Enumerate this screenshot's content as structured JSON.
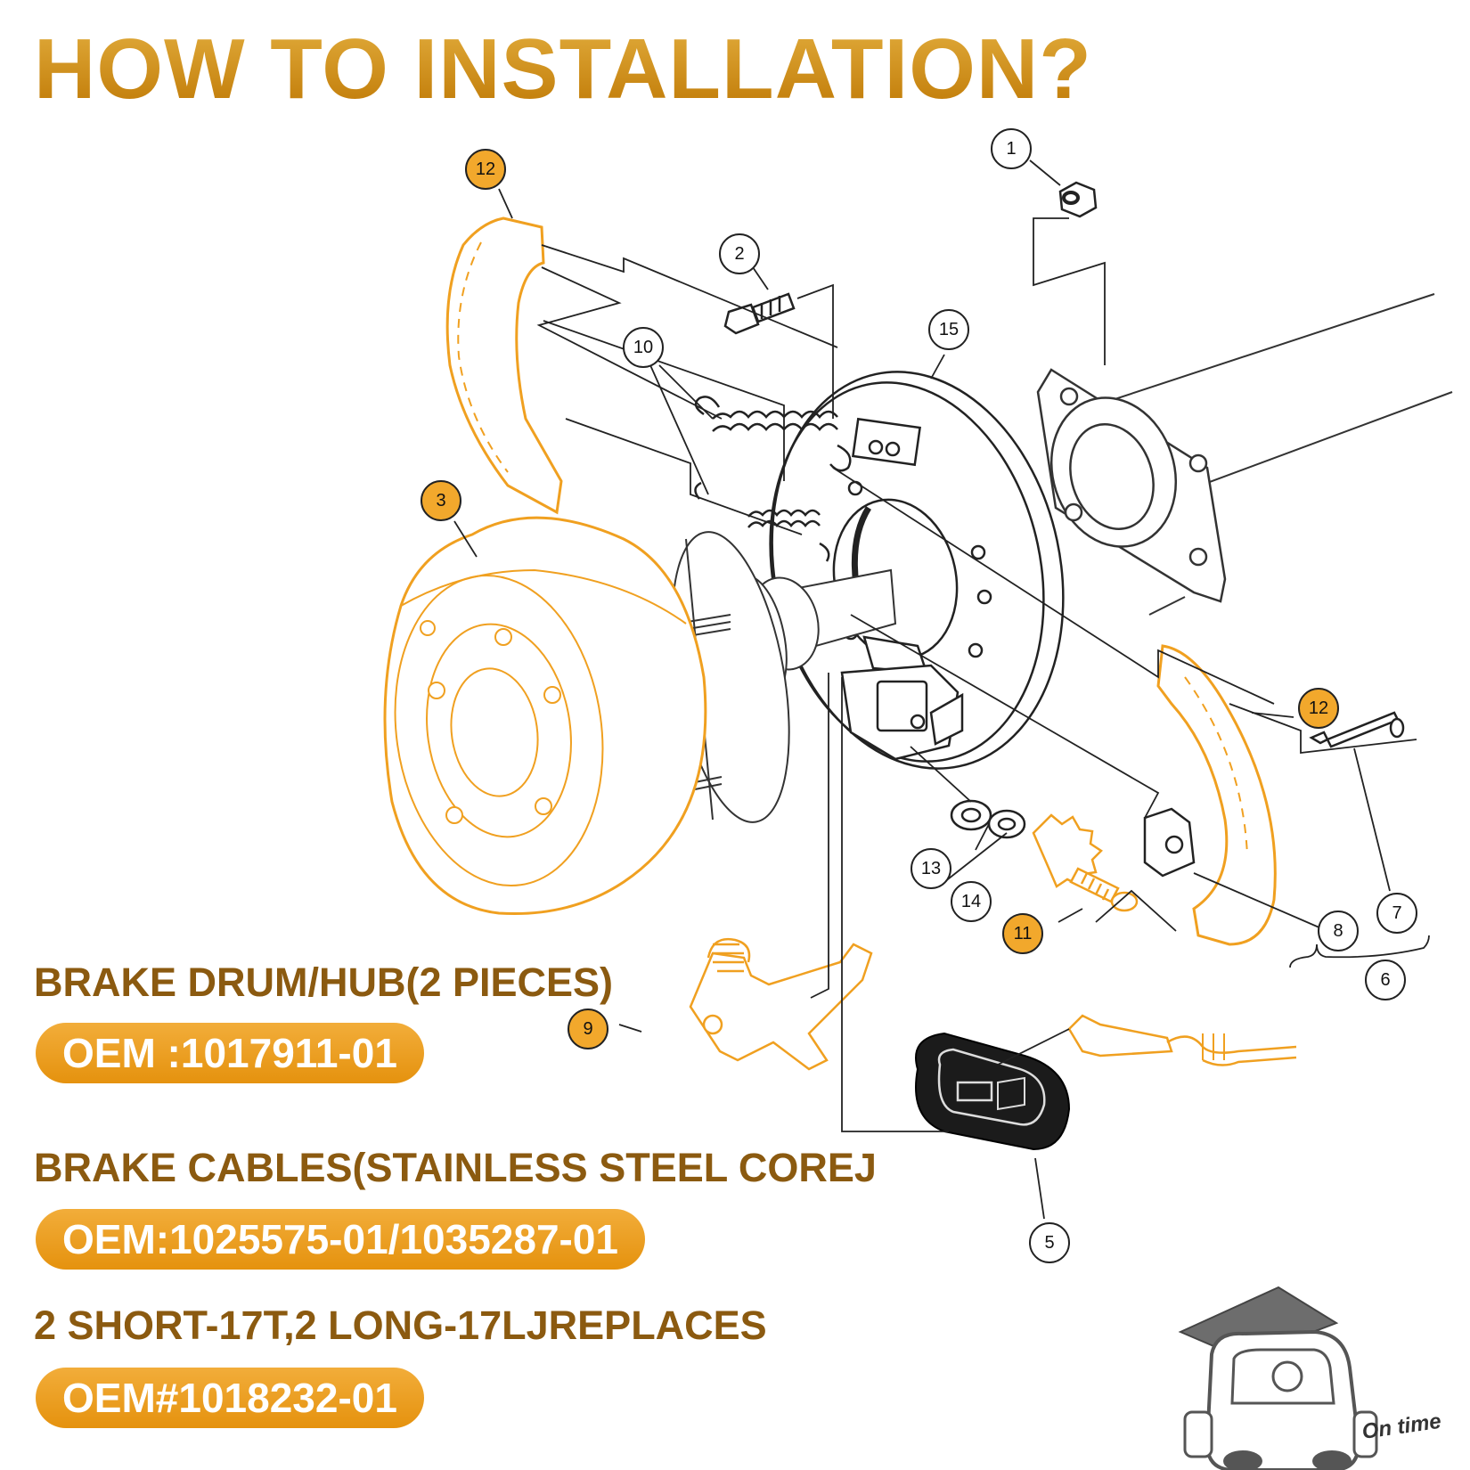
{
  "title": "HOW TO INSTALLATION?",
  "callouts": [
    {
      "label": "1",
      "highlight": false
    },
    {
      "label": "2",
      "highlight": false
    },
    {
      "label": "3",
      "highlight": true
    },
    {
      "label": "5",
      "highlight": false
    },
    {
      "label": "6",
      "highlight": false
    },
    {
      "label": "7",
      "highlight": false
    },
    {
      "label": "8",
      "highlight": false
    },
    {
      "label": "9",
      "highlight": true
    },
    {
      "label": "10",
      "highlight": false
    },
    {
      "label": "11",
      "highlight": true
    },
    {
      "label": "12",
      "highlight": true
    },
    {
      "label": "12",
      "highlight": true
    },
    {
      "label": "13",
      "highlight": false
    },
    {
      "label": "14",
      "highlight": false
    },
    {
      "label": "15",
      "highlight": false
    }
  ],
  "products": [
    {
      "heading": "BRAKE DRUM/HUB(2 PIECES)",
      "oem": "OEM :1017911-01"
    },
    {
      "heading": "BRAKE CABLES(STAINLESS STEEL COREJ",
      "oem": "OEM:1025575-01/1035287-01"
    },
    {
      "heading": "2 SHORT-17T,2 LONG-17LJREPLACES",
      "oem": "OEM#1018232-01"
    }
  ],
  "logo": {
    "text": "On time"
  },
  "colors": {
    "accent": "#f2a82c",
    "heading": "#8b5a10",
    "title": "#d18a14",
    "highlight_stroke": "#f0a020",
    "line": "#222222"
  }
}
